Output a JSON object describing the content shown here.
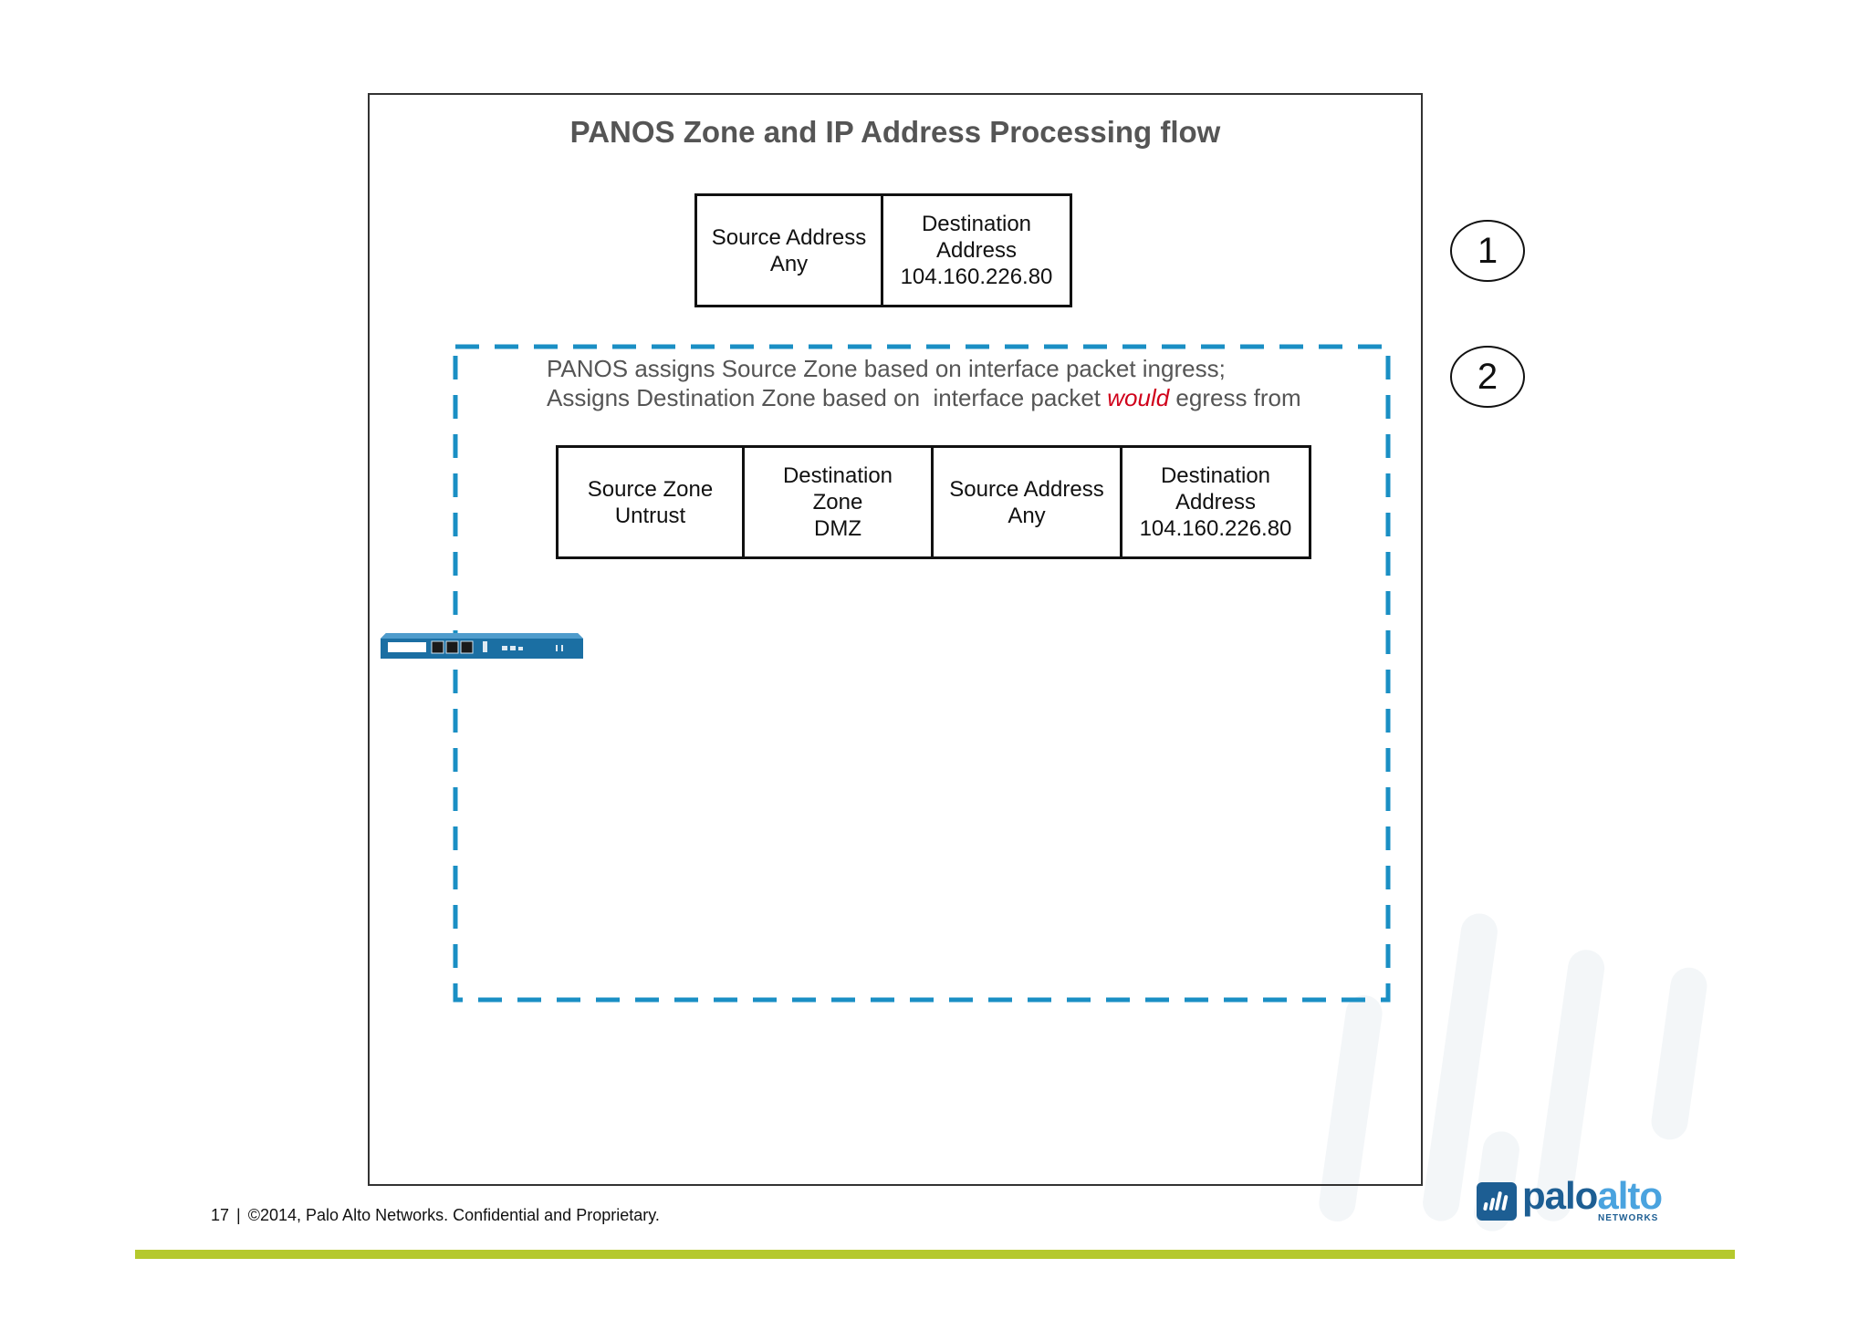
{
  "diagram": {
    "title": "PANOS Zone and IP Address Processing flow",
    "packet_table_1": [
      {
        "lines": [
          "Source Address",
          "Any"
        ]
      },
      {
        "lines": [
          "Destination",
          "Address",
          "104.160.226.80"
        ]
      }
    ],
    "step_markers": [
      "1",
      "2"
    ],
    "zone_assignment": {
      "line1": "PANOS assigns Source Zone based on interface packet ingress;",
      "line2_before": "Assigns Destination Zone based on  interface packet ",
      "line2_emphasis": "would",
      "line2_after": " egress from"
    },
    "packet_table_2": [
      {
        "lines": [
          "Source Zone",
          "Untrust"
        ]
      },
      {
        "lines": [
          "Destination",
          "Zone",
          "DMZ"
        ]
      },
      {
        "lines": [
          "Source Address",
          "Any"
        ]
      },
      {
        "lines": [
          "Destination",
          "Address",
          "104.160.226.80"
        ]
      }
    ]
  },
  "footer": {
    "page_number": "17",
    "separator": "|",
    "copyright": "©2014, Palo Alto Networks. Confidential and Proprietary."
  },
  "logo": {
    "word_main": "palo",
    "word_accent": "alto",
    "sub": "NETWORKS"
  },
  "colors": {
    "dashed_border": "#1a8fc4",
    "emphasis": "#d0021b",
    "footer_bar": "#b5c92d",
    "device": "#1b6fa3"
  }
}
